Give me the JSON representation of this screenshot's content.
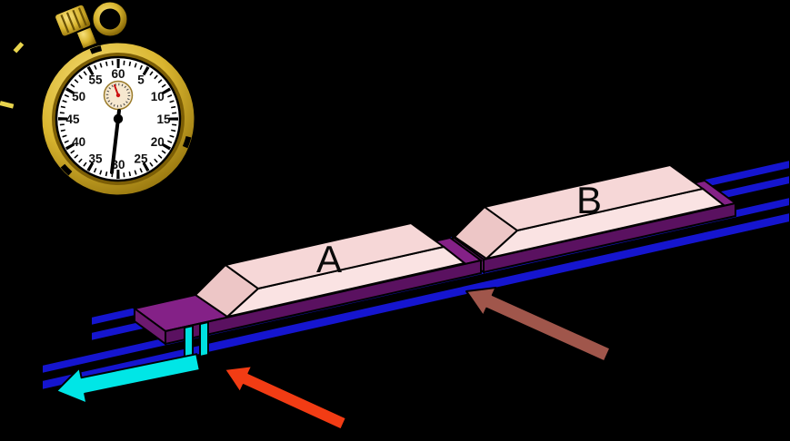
{
  "figure": {
    "background": "#000000"
  },
  "stopwatch": {
    "numbers": [
      "60",
      "5",
      "10",
      "15",
      "20",
      "25",
      "30",
      "35",
      "40",
      "45",
      "50",
      "55"
    ],
    "colors": {
      "case_gold": "#caa61f",
      "face": "#ffffff",
      "subdial_face": "#f6e8cf",
      "main_hand": "#000000",
      "sub_hand": "#cc1111",
      "glint": "#e8d44d"
    }
  },
  "track": {
    "rail_color": "#1515cf",
    "cart_top_color": "#842187",
    "cart_front_color": "#5a1160",
    "cart_side_color": "#6d196f"
  },
  "blocks": {
    "a_label": "A",
    "b_label": "B",
    "colors": {
      "top": "#f6d7d7",
      "front": "#fae3e3",
      "side": "#edc6c6"
    }
  },
  "flags": {
    "color": "#00e0e0"
  },
  "arrows": {
    "velocity": {
      "color": "#00e6e6"
    },
    "pointer_a": {
      "color": "#f23c14"
    },
    "pointer_b": {
      "color": "#a0564b"
    }
  }
}
